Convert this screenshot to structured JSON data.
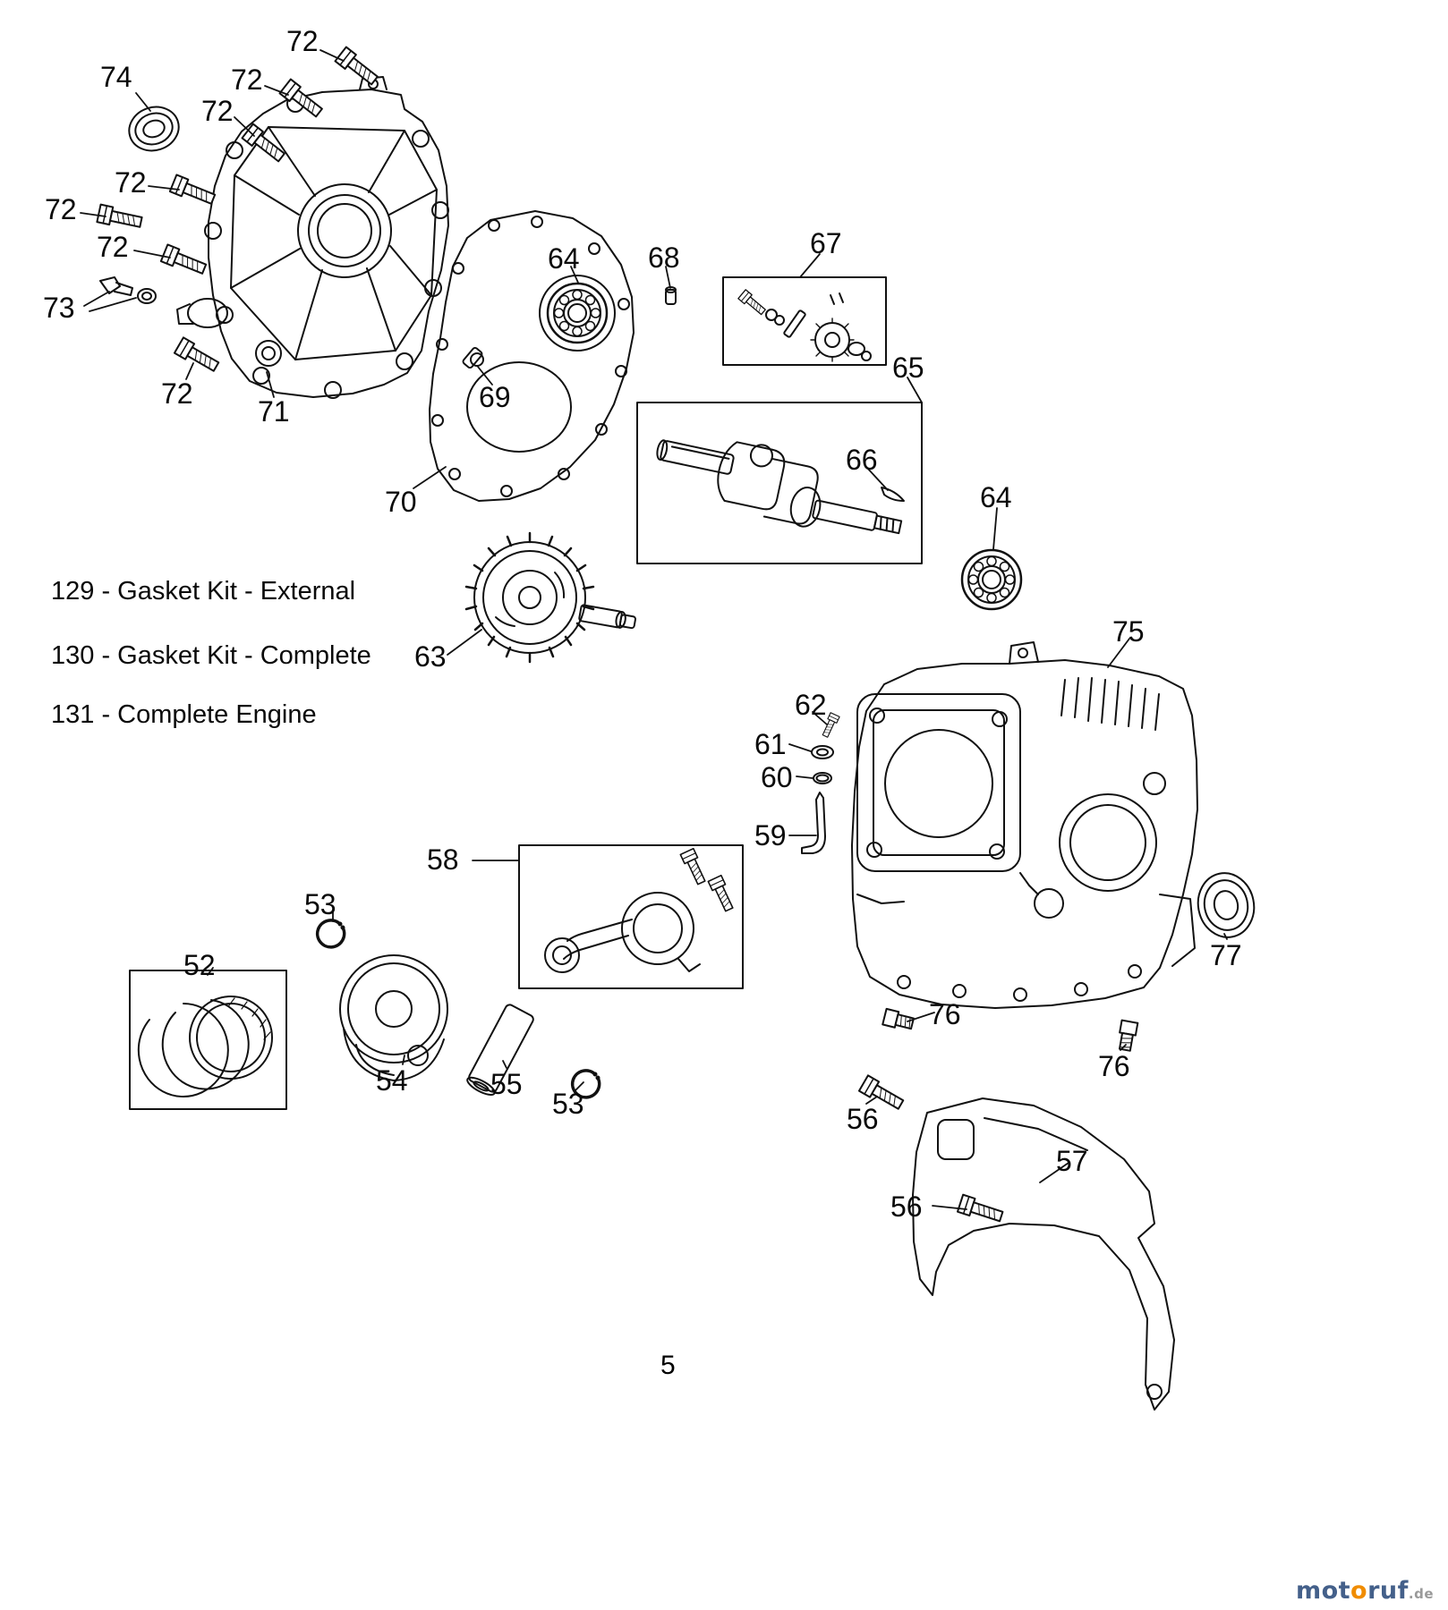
{
  "notes": [
    "129 - Gasket Kit - External",
    "130 - Gasket Kit - Complete",
    "131 - Complete Engine"
  ],
  "page_number": "5",
  "brand": {
    "part1": "mot",
    "part2": "o",
    "part3": "ruf",
    "tld": ".de",
    "color_main": "#44608a",
    "color_accent": "#f08c00",
    "color_tld": "#9a9a9a"
  },
  "callouts": [
    "72",
    "74",
    "72",
    "72",
    "72",
    "72",
    "72",
    "73",
    "72",
    "71",
    "64",
    "68",
    "67",
    "69",
    "70",
    "65",
    "66",
    "64",
    "63",
    "75",
    "62",
    "61",
    "60",
    "59",
    "58",
    "53",
    "52",
    "54",
    "55",
    "53",
    "77",
    "76",
    "76",
    "56",
    "57",
    "56"
  ]
}
